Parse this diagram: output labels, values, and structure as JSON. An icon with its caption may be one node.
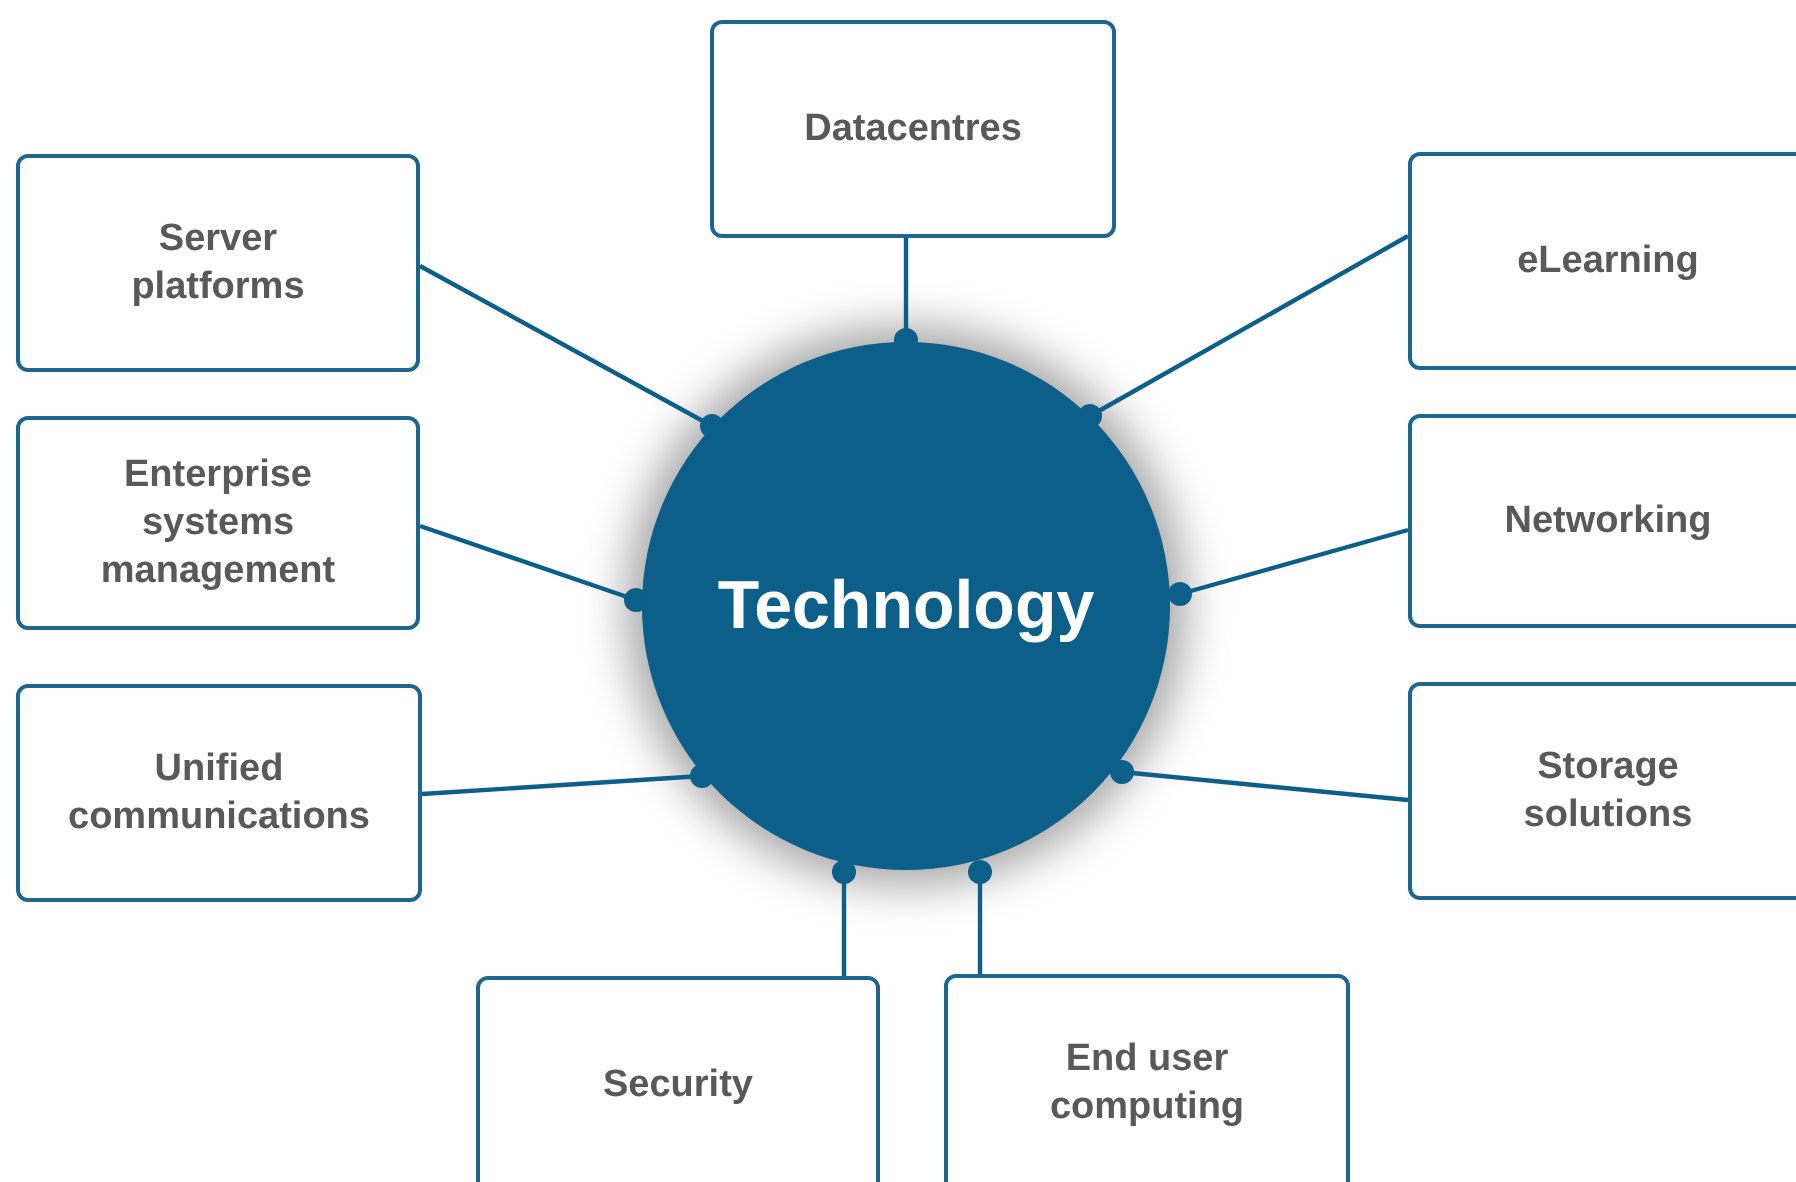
{
  "diagram": {
    "nodes": [
      {
        "text": [
          "Technology"
        ]
      },
      {
        "text": [
          "Datacentres"
        ]
      },
      {
        "text": [
          "Server platforms"
        ]
      },
      {
        "text": [
          "eLearning"
        ]
      },
      {
        "text": [
          "Enterprise systems management"
        ]
      },
      {
        "text": [
          "Networking"
        ]
      },
      {
        "text": [
          "Unified communications"
        ]
      },
      {
        "text": [
          "Storage solutions"
        ]
      },
      {
        "text": [
          "Security"
        ]
      },
      {
        "text": [
          "End user computing"
        ]
      }
    ],
    "edges": [
      {
        "from": 0,
        "to": 1,
        "arrow": "other"
      },
      {
        "from": 0,
        "to": 2,
        "arrow": "other"
      },
      {
        "from": 0,
        "to": 3,
        "arrow": "other"
      },
      {
        "from": 0,
        "to": 4,
        "arrow": "other"
      },
      {
        "from": 0,
        "to": 5,
        "arrow": "other"
      },
      {
        "from": 0,
        "to": 6,
        "arrow": "other"
      },
      {
        "from": 0,
        "to": 7,
        "arrow": "other"
      },
      {
        "from": 0,
        "to": 8,
        "arrow": "other"
      },
      {
        "from": 0,
        "to": 9,
        "arrow": "other"
      }
    ]
  }
}
